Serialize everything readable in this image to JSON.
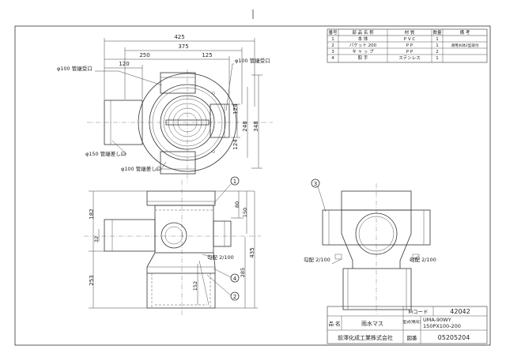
{
  "parts_table": {
    "headers": [
      "番号",
      "部 品 名 称",
      "材 質",
      "数量",
      "備 考"
    ],
    "rows": [
      {
        "no": "1",
        "name": "本 体",
        "material": "P V C",
        "qty": "1",
        "note": ""
      },
      {
        "no": "2",
        "name": "バケット 200",
        "material": "P P",
        "qty": "1",
        "note": "適用水鉢2型取付"
      },
      {
        "no": "3",
        "name": "キ ャ ッ プ",
        "material": "P P",
        "qty": "2",
        "note": ""
      },
      {
        "no": "4",
        "name": "取 手",
        "material": "ステンレス",
        "qty": "1",
        "note": ""
      }
    ]
  },
  "top_view": {
    "dims": {
      "d425": "425",
      "d375": "375",
      "d250": "250",
      "d125": "125",
      "d120": "120",
      "d124a": "124",
      "d124b": "124",
      "d248": "248",
      "d348": "348"
    },
    "callouts": {
      "phi100_top_left": "φ100 管継受口",
      "phi100_top_right": "φ100 管継受口",
      "phi150": "φ150 管継差し口",
      "phi100_bottom": "φ100 管継差し口"
    }
  },
  "front_view": {
    "dims": {
      "d182": "182",
      "d80": "80",
      "d150": "150",
      "d32": "32",
      "d435": "435",
      "d285": "285",
      "d253": "253",
      "d152": "152"
    },
    "slope": "勾配 2/100",
    "balloons": [
      "1",
      "4",
      "2"
    ]
  },
  "section_view": {
    "balloon": "3",
    "slope_left": "勾配 2/100",
    "slope_right": "勾配 2/100"
  },
  "title_block": {
    "m_code_label": "Mコード",
    "m_code_value": "42042",
    "name_label": "品 名",
    "name_value": "雨水マス",
    "model_label": "型式(略号)",
    "model_value_1": "UMA-90WY",
    "model_value_2": "150PX100-200",
    "company": "前澤化成工業株式会社",
    "drawing_no_label": "図番",
    "drawing_no_value": "05205204"
  }
}
